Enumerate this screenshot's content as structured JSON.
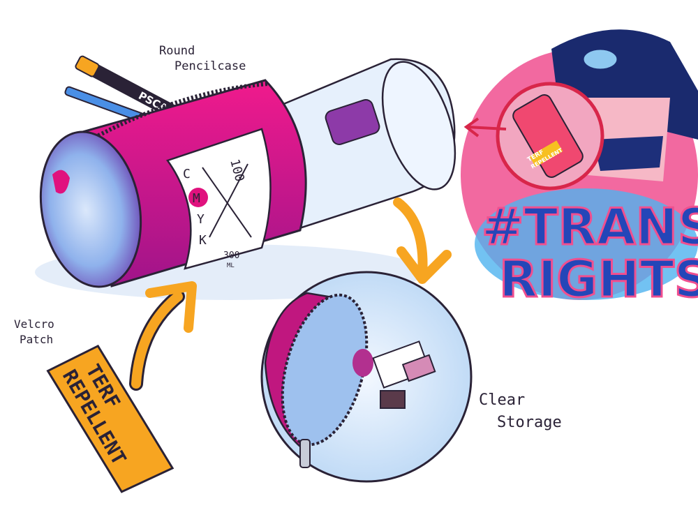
{
  "labels": {
    "round_1": "Round",
    "round_2": "Pencilcase",
    "velcro_1": "Velcro",
    "velcro_2": "Patch",
    "clear_1": "Clear",
    "clear_2": "Storage"
  },
  "patch": {
    "line1": "TERF",
    "line2": "REPELLENT"
  },
  "pen_text": "PSCA",
  "can_label": {
    "top": "100",
    "letters": [
      "C",
      "M",
      "Y",
      "K"
    ],
    "volume": "300",
    "unit": "ML"
  },
  "graffiti": {
    "line1": "#TRANS",
    "line2": "RIGHTS"
  },
  "mini_can_label": {
    "line1": "TERF",
    "line2": "REPELLENT"
  },
  "colors": {
    "magenta": "#e0127e",
    "orange": "#f7a521",
    "blue": "#2446b8",
    "light_blue": "#8ec8f0",
    "ink": "#2a2236",
    "red": "#d8264a"
  }
}
